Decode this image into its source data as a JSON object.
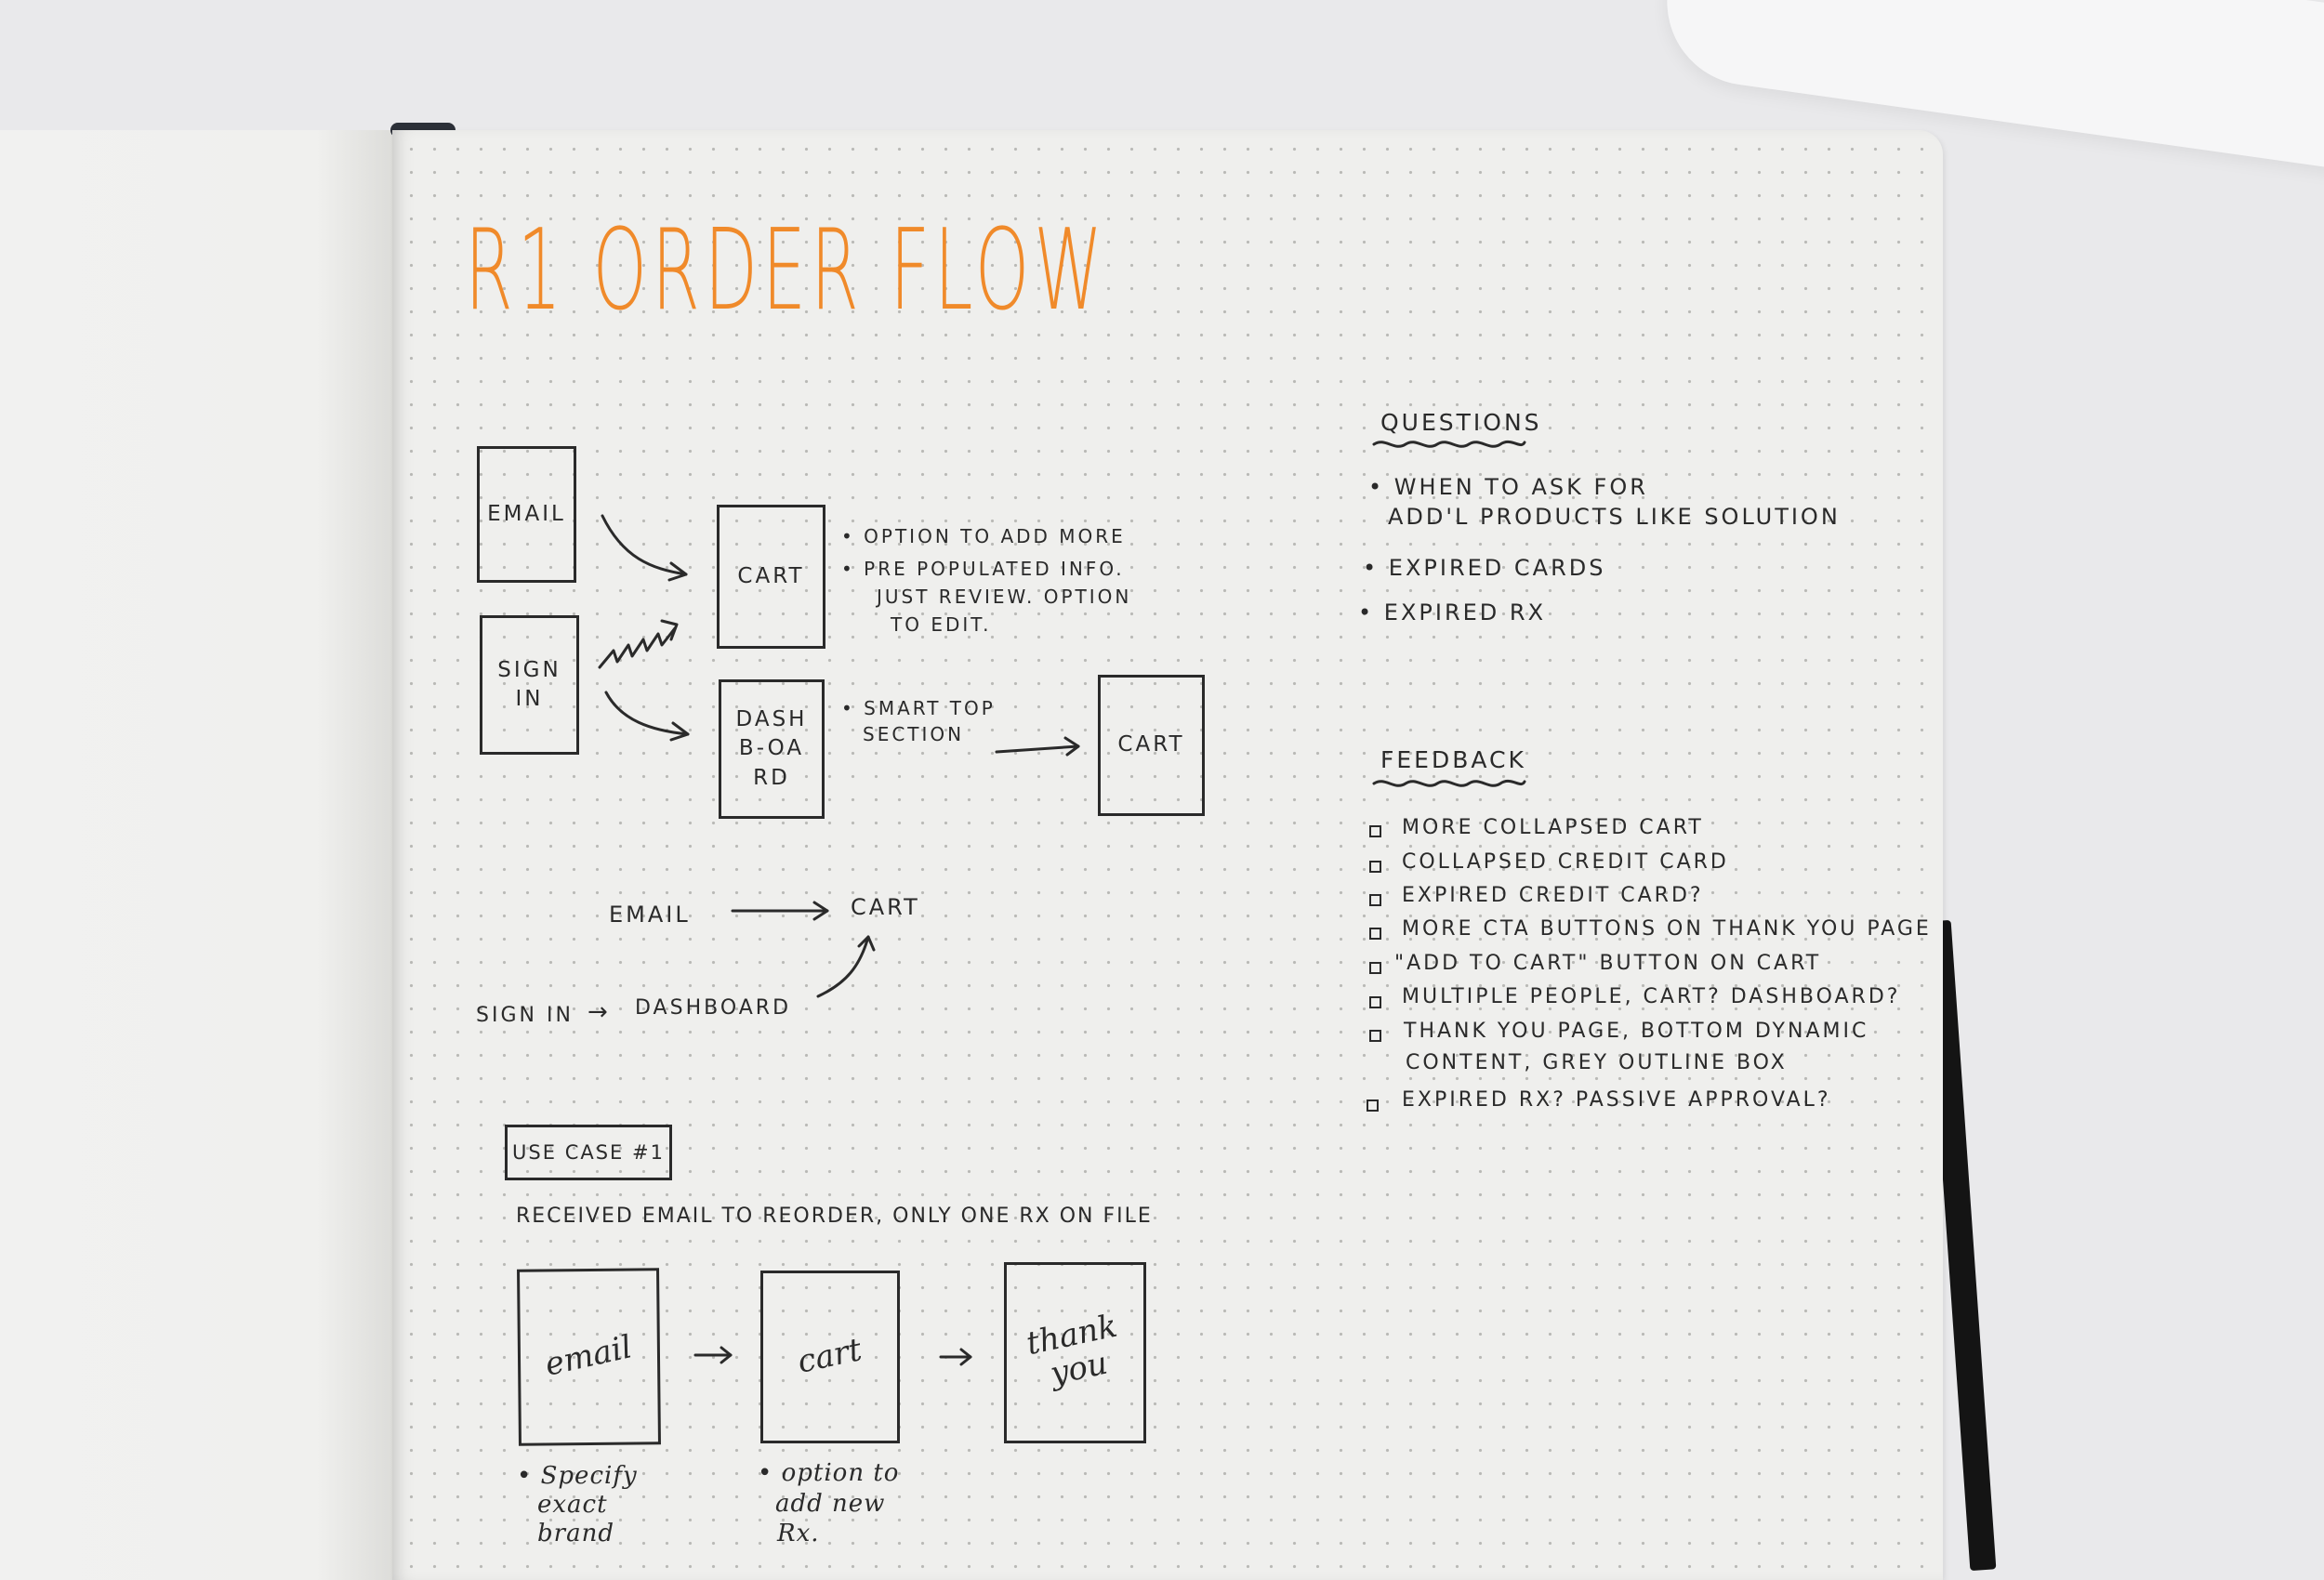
{
  "title": "R1 ORDER FLOW",
  "diagram1": {
    "email_box": "EMAIL",
    "sign_in_box": "SIGN IN",
    "cart_box": "CART",
    "dashboard_box": "DASHB-OARD",
    "cart2_box": "CART",
    "cart_notes": [
      "• OPTION TO ADD MORE",
      "• PRE POPULATED INFO.",
      "JUST REVIEW. OPTION",
      "TO EDIT."
    ],
    "dashboard_notes": [
      "• SMART TOP",
      "SECTION"
    ]
  },
  "flow2": {
    "email": "EMAIL",
    "cart": "CART",
    "sign_in": "SIGN IN",
    "arrow": "→",
    "dashboard": "DASHBOARD"
  },
  "use_case": {
    "label": "USE CASE #1",
    "description": "RECEIVED EMAIL TO REORDER, ONLY ONE RX ON FILE",
    "boxes": [
      "email",
      "cart",
      "thank you"
    ],
    "notes_email": [
      "• Specify",
      "exact",
      "brand"
    ],
    "notes_cart": [
      "• option to",
      "add new",
      "Rx."
    ]
  },
  "questions": {
    "heading": "QUESTIONS",
    "items": [
      "• WHEN TO ASK FOR",
      "ADD'L PRODUCTS LIKE SOLUTION",
      "• EXPIRED CARDS",
      "• EXPIRED RX"
    ]
  },
  "feedback": {
    "heading": "FEEDBACK",
    "items": [
      "MORE COLLAPSED CART",
      "COLLAPSED CREDIT CARD",
      "EXPIRED CREDIT CARD?",
      "MORE CTA BUTTONS ON THANK YOU PAGE",
      "\"ADD TO CART\" BUTTON ON CART",
      "MULTIPLE PEOPLE, CART? DASHBOARD?",
      "THANK YOU PAGE, BOTTOM DYNAMIC",
      "CONTENT, GREY OUTLINE BOX",
      "EXPIRED RX? PASSIVE APPROVAL?"
    ]
  },
  "colors": {
    "title": "#f08a2a",
    "ink": "#2a2a2a",
    "paper": "#efefed",
    "background": "#e9e9eb"
  }
}
